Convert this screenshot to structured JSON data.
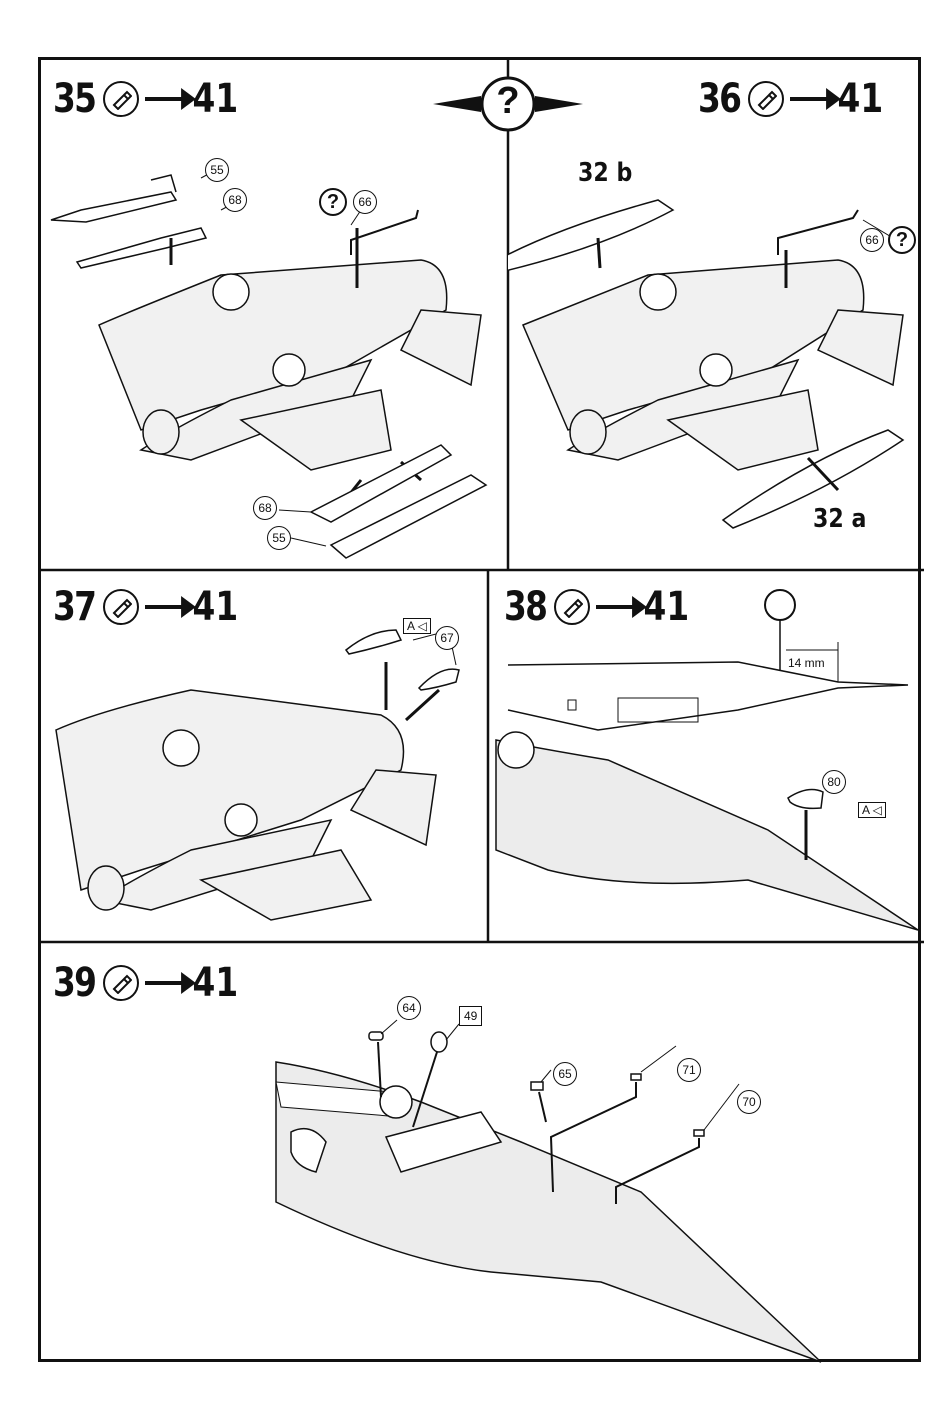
{
  "center_symbol": "?",
  "panels": [
    {
      "step": "35",
      "target": "41",
      "callouts": [
        "55",
        "68",
        "66",
        "68",
        "55"
      ],
      "question": "?"
    },
    {
      "step": "36",
      "target": "41",
      "labels": [
        "32 b",
        "32 a"
      ],
      "callouts": [
        "66"
      ],
      "question": "?"
    },
    {
      "step": "37",
      "target": "41",
      "callouts": [
        "67"
      ],
      "decal": "A"
    },
    {
      "step": "38",
      "target": "41",
      "callouts": [
        "80"
      ],
      "decal": "A",
      "measure": "14  mm"
    },
    {
      "step": "39",
      "target": "41",
      "callouts": [
        "64",
        "65",
        "71",
        "70"
      ],
      "boxed": [
        "49"
      ]
    }
  ],
  "icons": {
    "glue": "glue-tube-icon",
    "drill": "drill-icon",
    "decal": "decal-flag-icon"
  }
}
